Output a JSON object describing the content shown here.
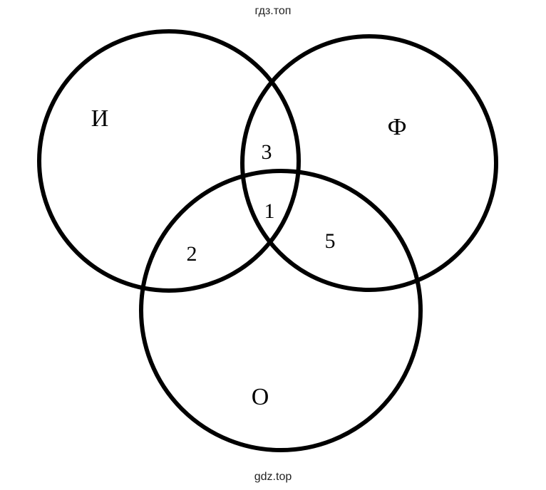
{
  "watermark_top": "гдз.топ",
  "watermark_bottom": "gdz.top",
  "sets": {
    "i": "И",
    "f": "Ф",
    "o": "О"
  },
  "regions": {
    "i_f": "3",
    "i_f_o": "1",
    "i_o": "2",
    "f_o": "5"
  }
}
